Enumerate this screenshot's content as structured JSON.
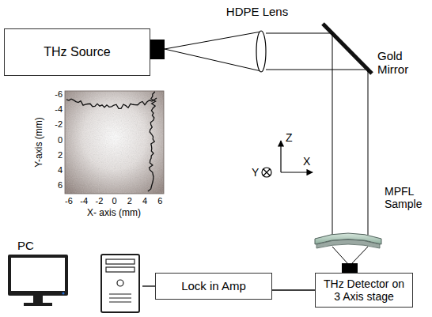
{
  "diagram": {
    "nodes": [
      {
        "text": [
          "THz Source"
        ]
      },
      {
        "text": [
          "PC"
        ]
      },
      {
        "text": [
          "Lock in Amp"
        ]
      },
      {
        "text": [
          "THz Detector on 3 Axis stage"
        ]
      }
    ],
    "edges": [
      {
        "from": 1,
        "to": 2,
        "arrow": "none"
      },
      {
        "from": 2,
        "to": 3,
        "arrow": "none"
      }
    ],
    "labels": [
      "HDPE Lens",
      "Gold Mirror",
      "Z",
      "Y",
      "X",
      "MPFL Sample",
      "-6",
      "-4",
      "-2",
      "0",
      "2",
      "4",
      "6",
      "Y-axis (mm)",
      "-6",
      "-4",
      "-2",
      "0",
      "2",
      "4",
      "6",
      "X- axis (mm)"
    ]
  }
}
